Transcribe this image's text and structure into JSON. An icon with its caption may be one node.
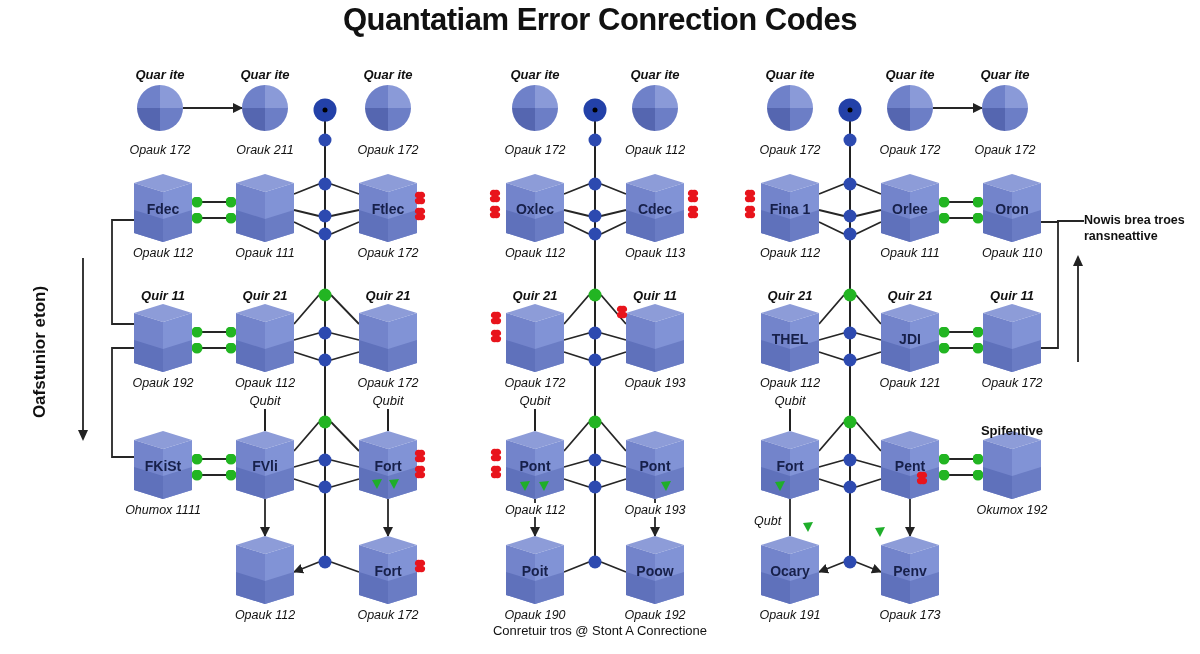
{
  "diagram": {
    "title": "Quantatiam Error Conrection Codes",
    "caption": "Conretuir tros @ Stont A Conrectione",
    "nodes": [
      {
        "text": [
          "Quar ite"
        ],
        "beside": [
          "Opauk 172"
        ]
      },
      {
        "text": [
          "Quar ite"
        ],
        "beside": [
          "Orauk 211"
        ]
      },
      {
        "text": [
          "Quar ite"
        ],
        "beside": [
          "Opauk 172"
        ]
      },
      {
        "text": [],
        "shape": "bar"
      },
      {
        "text": [
          "Fdec"
        ],
        "beside": [
          "Opauk 112"
        ]
      },
      {
        "text": [],
        "shape": "box",
        "beside": [
          "Opauk 111"
        ]
      },
      {
        "text": [
          "Ftlec"
        ],
        "beside": [
          "Opauk 172"
        ]
      },
      {
        "text": [
          "Quir 11"
        ],
        "beside": [
          "Opauk 192"
        ]
      },
      {
        "text": [
          "Quir 21"
        ],
        "beside": [
          "Opauk 112"
        ]
      },
      {
        "text": [
          "Quir 21"
        ],
        "beside": [
          "Opauk 172"
        ]
      },
      {
        "text": [
          "FKiSt"
        ],
        "beside": [
          "Ohumox 1111"
        ]
      },
      {
        "text": [
          "Qubit",
          "FVli"
        ]
      },
      {
        "text": [
          "Qubit",
          "Fort"
        ]
      },
      {
        "text": [],
        "shape": "box",
        "beside": [
          "Opauk 112"
        ]
      },
      {
        "text": [
          "Fort"
        ],
        "beside": [
          "Opauk 172"
        ]
      },
      {
        "text": [
          "Quar ite"
        ],
        "beside": [
          "Opauk 172"
        ]
      },
      {
        "text": [
          "Quar ite"
        ],
        "beside": [
          "Opauk 112"
        ]
      },
      {
        "text": [],
        "shape": "bar"
      },
      {
        "text": [
          "Oxlec"
        ],
        "beside": [
          "Opauk 112"
        ]
      },
      {
        "text": [
          "Cdec"
        ],
        "beside": [
          "Opauk 113"
        ]
      },
      {
        "text": [
          "Quir 21"
        ],
        "beside": [
          "Opauk 172"
        ]
      },
      {
        "text": [
          "Quir 11"
        ],
        "beside": [
          "Opauk 193"
        ]
      },
      {
        "text": [
          "Qubit",
          "Pont"
        ],
        "beside": [
          "Opauk 112"
        ]
      },
      {
        "text": [
          "Pont"
        ],
        "beside": [
          "Opauk 193"
        ]
      },
      {
        "text": [
          "Poit"
        ],
        "beside": [
          "Opauk 190"
        ]
      },
      {
        "text": [
          "Poow"
        ],
        "beside": [
          "Opauk 192"
        ]
      },
      {
        "text": [
          "Quar ite"
        ],
        "beside": [
          "Opauk 172"
        ]
      },
      {
        "text": [],
        "shape": "bar"
      },
      {
        "text": [
          "Quar ite"
        ],
        "beside": [
          "Opauk 172"
        ]
      },
      {
        "text": [
          "Quar ite"
        ],
        "beside": [
          "Opauk 172"
        ]
      },
      {
        "text": [
          "Fina 1"
        ],
        "beside": [
          "Opauk 112"
        ]
      },
      {
        "text": [
          "Orlee"
        ],
        "beside": [
          "Opauk 111"
        ]
      },
      {
        "text": [
          "Oron"
        ],
        "beside": [
          "Opauk 110"
        ]
      },
      {
        "text": [
          "Nowis brea troes ransneattive"
        ]
      },
      {
        "text": [
          "Quir 21",
          "THEL"
        ],
        "beside": [
          "Opauk 112"
        ]
      },
      {
        "text": [
          "Quir 21",
          "JDI"
        ],
        "beside": [
          "Opauk 121"
        ]
      },
      {
        "text": [
          "Quir 11"
        ],
        "beside": [
          "Opauk 172"
        ]
      },
      {
        "text": [
          "Qubit",
          "Fort"
        ]
      },
      {
        "text": [
          "Pent"
        ]
      },
      {
        "text": [
          "Spifentive"
        ],
        "beside": [
          "Okumox 192"
        ]
      },
      {
        "text": [
          "Ocary"
        ],
        "beside": [
          "Opauk 191"
        ]
      },
      {
        "text": [
          "Penv"
        ],
        "beside": [
          "Opauk 173"
        ]
      }
    ],
    "edges": [
      {
        "from": 0,
        "to": 1,
        "arrow": "to"
      },
      {
        "from": 3,
        "to": 5,
        "arrow": "none"
      },
      {
        "from": 3,
        "to": 6,
        "arrow": "none"
      },
      {
        "from": 3,
        "to": 8,
        "arrow": "none"
      },
      {
        "from": 3,
        "to": 9,
        "arrow": "none"
      },
      {
        "from": 3,
        "to": 11,
        "arrow": "none"
      },
      {
        "from": 3,
        "to": 12,
        "arrow": "none"
      },
      {
        "from": 3,
        "to": 13,
        "arrow": "to"
      },
      {
        "from": 3,
        "to": 14,
        "arrow": "none"
      },
      {
        "from": 4,
        "to": 5,
        "arrow": "other"
      },
      {
        "from": 4,
        "to": 5,
        "arrow": "other"
      },
      {
        "from": 7,
        "to": 8,
        "arrow": "other"
      },
      {
        "from": 7,
        "to": 8,
        "arrow": "other"
      },
      {
        "from": 10,
        "to": 11,
        "arrow": "other"
      },
      {
        "from": 10,
        "to": 11,
        "arrow": "other"
      },
      {
        "from": 4,
        "to": 7,
        "arrow": "none"
      },
      {
        "from": 7,
        "to": 10,
        "arrow": "none"
      },
      {
        "from": 11,
        "to": 13,
        "arrow": "to"
      },
      {
        "from": 12,
        "to": 14,
        "arrow": "to"
      },
      {
        "from": 17,
        "to": 18,
        "arrow": "none"
      },
      {
        "from": 17,
        "to": 19,
        "arrow": "none"
      },
      {
        "from": 17,
        "to": 20,
        "arrow": "none"
      },
      {
        "from": 17,
        "to": 21,
        "arrow": "none"
      },
      {
        "from": 17,
        "to": 22,
        "arrow": "none"
      },
      {
        "from": 17,
        "to": 23,
        "arrow": "none"
      },
      {
        "from": 17,
        "to": 24,
        "arrow": "none"
      },
      {
        "from": 17,
        "to": 25,
        "arrow": "none"
      },
      {
        "from": 22,
        "to": 24,
        "arrow": "to"
      },
      {
        "from": 23,
        "to": 25,
        "arrow": "to"
      },
      {
        "from": 28,
        "to": 29,
        "arrow": "to"
      },
      {
        "from": 27,
        "to": 30,
        "arrow": "none"
      },
      {
        "from": 27,
        "to": 31,
        "arrow": "none"
      },
      {
        "from": 27,
        "to": 34,
        "arrow": "none"
      },
      {
        "from": 27,
        "to": 35,
        "arrow": "none"
      },
      {
        "from": 27,
        "to": 37,
        "arrow": "none"
      },
      {
        "from": 27,
        "to": 38,
        "arrow": "none"
      },
      {
        "from": 27,
        "to": 40,
        "arrow": "to"
      },
      {
        "from": 27,
        "to": 41,
        "arrow": "to"
      },
      {
        "from": 31,
        "to": 32,
        "arrow": "other"
      },
      {
        "from": 31,
        "to": 32,
        "arrow": "other"
      },
      {
        "from": 35,
        "to": 36,
        "arrow": "other"
      },
      {
        "from": 35,
        "to": 36,
        "arrow": "other"
      },
      {
        "from": 38,
        "to": 39,
        "arrow": "other"
      },
      {
        "from": 38,
        "to": 39,
        "arrow": "other"
      },
      {
        "from": 32,
        "to": 33,
        "arrow": "none"
      },
      {
        "from": 36,
        "to": 33,
        "arrow": "none"
      },
      {
        "from": 37,
        "to": 40,
        "arrow": "none"
      },
      {
        "from": 38,
        "to": 41,
        "arrow": "to"
      }
    ],
    "labels": [
      "Oafstunior eton)",
      "Qubt"
    ]
  }
}
